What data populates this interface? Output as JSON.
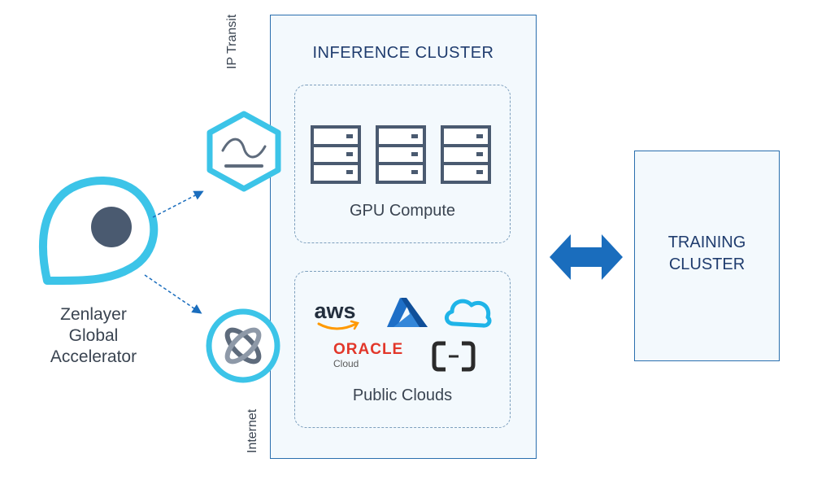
{
  "inference": {
    "title": "INFERENCE CLUSTER",
    "gpu_label": "GPU Compute",
    "clouds_label": "Public Clouds",
    "logos": {
      "aws": "aws",
      "oracle": "ORACLE",
      "oracle_sub": "Cloud"
    }
  },
  "training": {
    "line1": "TRAINING",
    "line2": "CLUSTER"
  },
  "accelerator": {
    "line1": "Zenlayer",
    "line2": "Global",
    "line3": "Accelerator"
  },
  "links": {
    "ip_transit": "IP Transit",
    "internet": "Internet"
  },
  "icons": {
    "accelerator": "location-pin-icon",
    "ip_transit": "hexagon-wave-icon",
    "internet": "orbit-icon",
    "server": "server-rack-icon",
    "bidirectional": "double-arrow-icon"
  },
  "colors": {
    "cyan": "#3cc4e8",
    "navy": "#1e3a6b",
    "blue_arrow": "#1a6dbd",
    "panel_border": "#2a6fae",
    "panel_fill": "#f3f9fd",
    "dark_gray": "#48566a"
  }
}
